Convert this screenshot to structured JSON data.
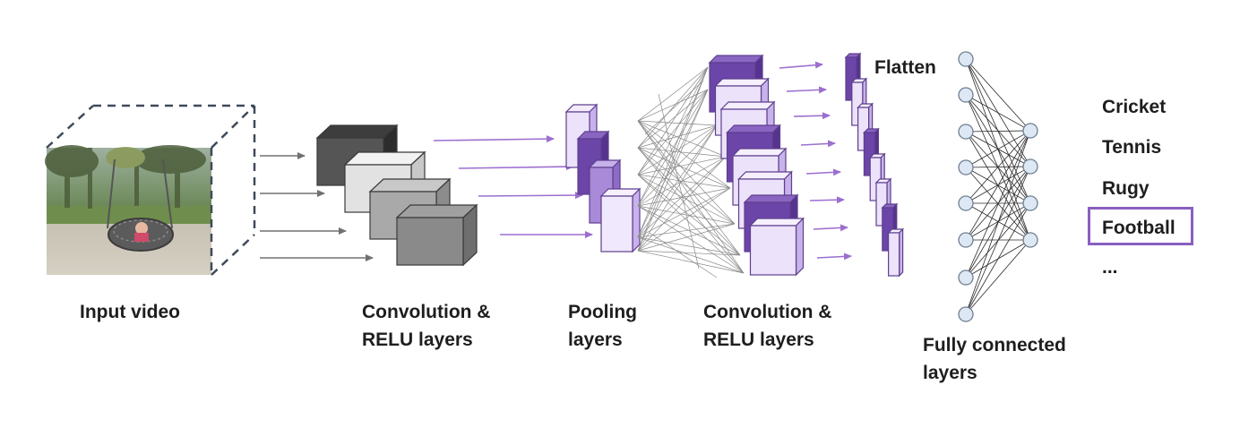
{
  "labels": {
    "input_video": "Input video",
    "conv1_line1": "Convolution &",
    "conv1_line2": "RELU layers",
    "pool_line1": "Pooling",
    "pool_line2": "layers",
    "conv2_line1": "Convolution &",
    "conv2_line2": "RELU layers",
    "flatten": "Flatten",
    "fc_line1": "Fully connected",
    "fc_line2": "layers"
  },
  "classes": [
    "Cricket",
    "Tennis",
    "Rugy",
    "Football",
    "..."
  ],
  "highlighted_class": "Football",
  "colors": {
    "gray_dark": "#5a5a5a",
    "gray_mid": "#9a9a9a",
    "gray_light": "#e0e0e0",
    "purple_dark": "#6b45a8",
    "purple_mid": "#a98ad8",
    "purple_light": "#ece2fa",
    "arrow_gray": "#707070",
    "arrow_purple": "#9b6fd0",
    "node_fill": "#dde8f4",
    "node_stroke": "#6f7f92",
    "highlight_border": "#8a5fc0"
  }
}
